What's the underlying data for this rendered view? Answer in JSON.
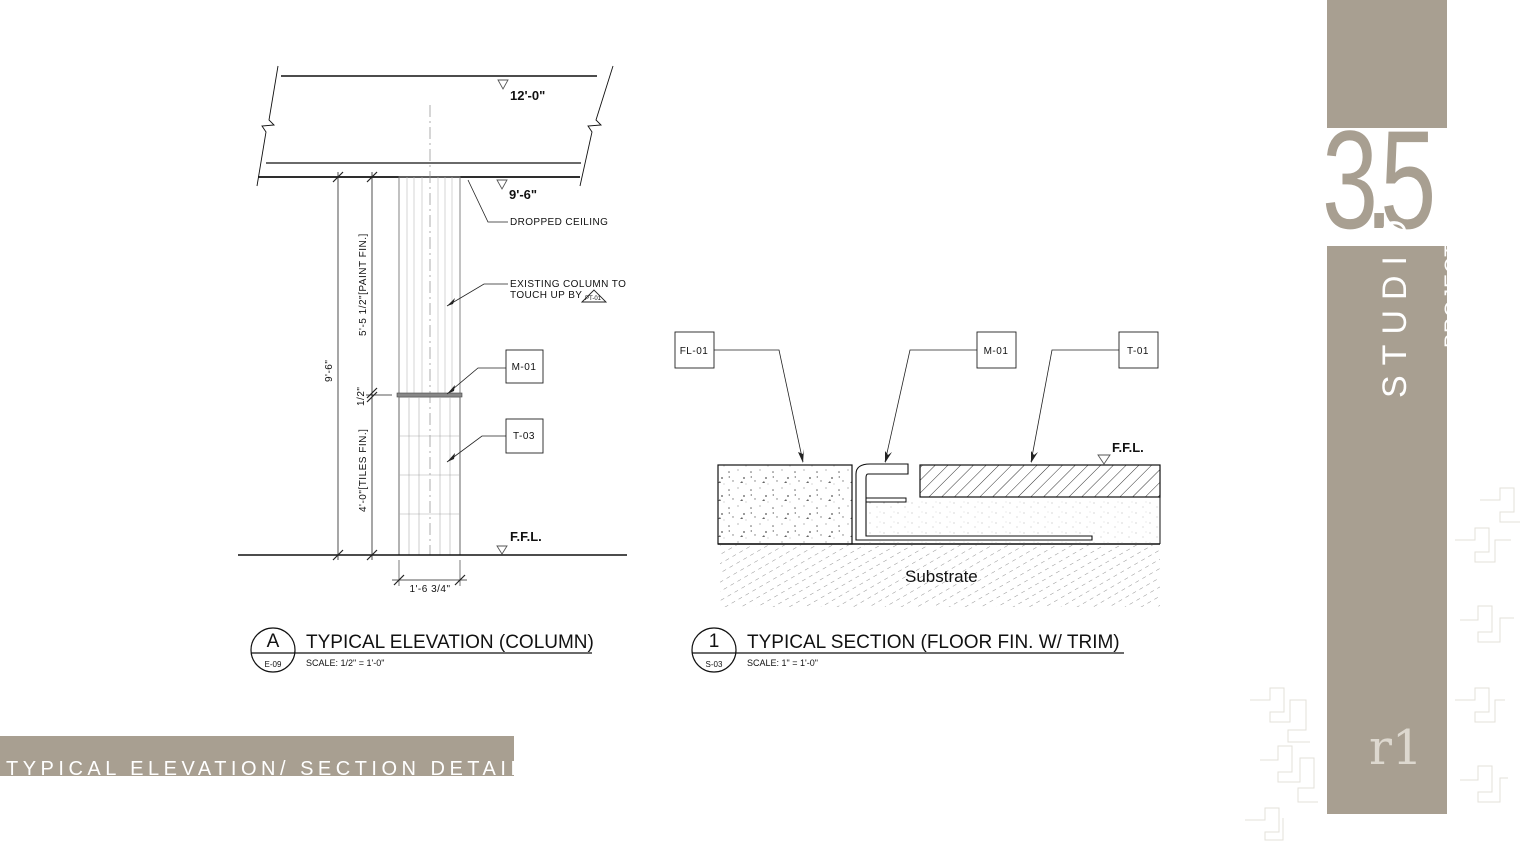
{
  "elevation": {
    "level_top": "12'-0\"",
    "level_ceiling": "9'-6\"",
    "note_ceiling": "DROPPED CEILING",
    "note_column_line1": "EXISTING COLUMN TO",
    "note_column_line2": "TOUCH UP BY",
    "note_column_symbol": "PT-01",
    "tag_upper": "M-01",
    "tag_lower": "T-03",
    "dim_total": "9'-6\"",
    "dim_upper": "5'-5 1/2\"[PAINT FIN.]",
    "dim_joint": "1/2\"",
    "dim_lower": "4'-0\"[TILES FIN.]",
    "dim_width": "1'-6 3/4\"",
    "level_floor": "F.F.L.",
    "title_letter": "A",
    "title_sheet": "E-09",
    "title": "TYPICAL ELEVATION (COLUMN)",
    "scale": "SCALE: 1/2\" = 1'-0\""
  },
  "section": {
    "tag_left": "FL-01",
    "tag_middle": "M-01",
    "tag_right": "T-01",
    "level_floor": "F.F.L.",
    "substrate": "Substrate",
    "title_number": "1",
    "title_sheet": "S-03",
    "title": "TYPICAL SECTION (FLOOR FIN. W/ TRIM)",
    "scale": "SCALE: 1\" = 1'-0\""
  },
  "banner": {
    "text": "TYPICAL ELEVATION/ SECTION DETAIL"
  },
  "brand": {
    "number": "3.5",
    "studio": "STUDIO",
    "projects": "PROJECTS",
    "monogram": "r1",
    "accent_color": "#a89f91"
  }
}
